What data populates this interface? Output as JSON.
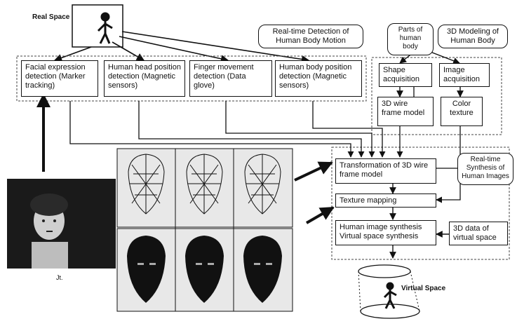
{
  "real_space": {
    "label": "Real Space"
  },
  "virtual_space": {
    "label": "Virtual Space"
  },
  "detection": {
    "title": "Real-time Detection of Human Body Motion",
    "facial": "Facial expression detection (Marker tracking)",
    "head": "Human head position detection (Magnetic sensors)",
    "finger": "Finger movement detection (Data glove)",
    "body": "Human body position detection (Magnetic sensors)"
  },
  "modeling": {
    "parts": "Parts of human body",
    "title": "3D Modeling of Human Body",
    "shape": "Shape acquisition",
    "wire": "3D wire frame model",
    "image_acq": "Image acquisition",
    "color": "Color texture"
  },
  "synthesis": {
    "transformation": "Transformation of 3D wire frame model",
    "texture": "Texture mapping",
    "human_image": "Human image synthesis Virtual space synthesis",
    "realtime_label": "Real-time Synthesis of Human Images",
    "data3d": "3D data of virtual space"
  },
  "photo": {
    "caption": "Jt."
  },
  "colors": {
    "ink": "#111111",
    "photo_bg": "#1a1a1a",
    "frame_bg": "#e8e8e8"
  }
}
